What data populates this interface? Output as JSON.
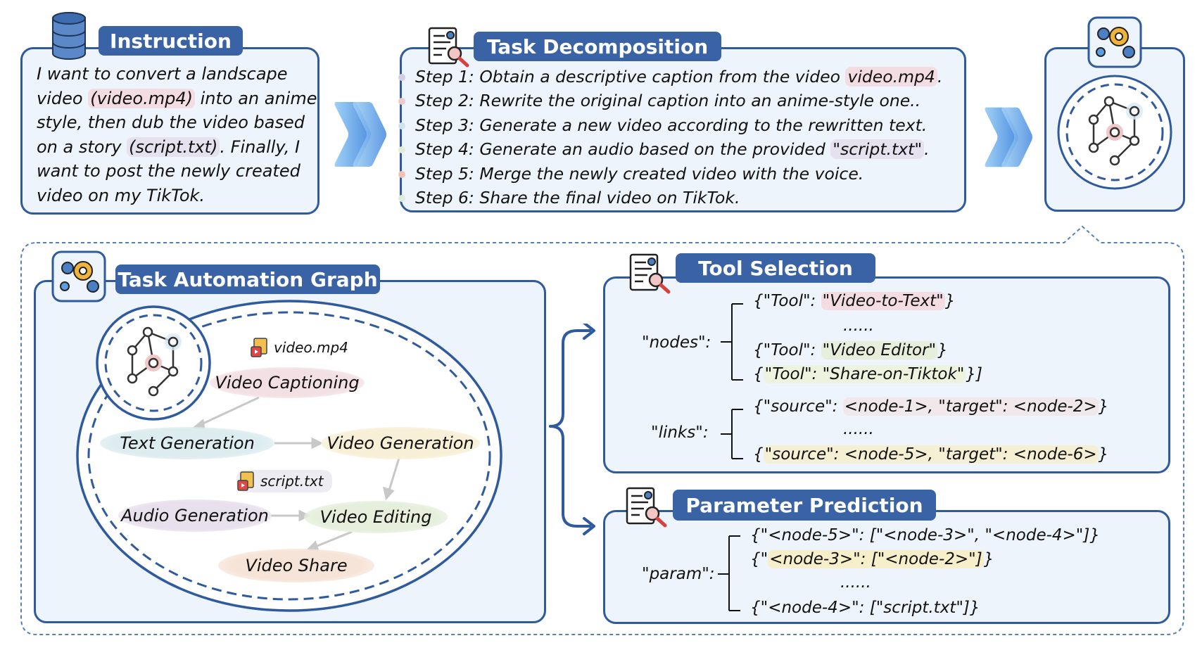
{
  "instruction": {
    "title": "Instruction",
    "text_parts": [
      {
        "t": "I want to convert a landscape video ",
        "hl": ""
      },
      {
        "t": "(video.mp4)",
        "hl": "#f3dde3"
      },
      {
        "t": " into an anime style, then dub the video based on a story ",
        "hl": ""
      },
      {
        "t": "(script.txt)",
        "hl": "#e6e1ef"
      },
      {
        "t": ". Finally, I want to post the newly created video on my TikTok.",
        "hl": ""
      }
    ]
  },
  "task_decomposition": {
    "title": "Task Decomposition",
    "steps": [
      {
        "pre": "Step 1:  Obtain a descriptive caption from the video ",
        "hl_text": "video.mp4",
        "post": ".",
        "hl": "#f3dde3",
        "dot": "#d3cde3"
      },
      {
        "pre": "Step 2: Rewrite the original caption into an anime-style one..",
        "hl_text": "",
        "post": "",
        "hl": "",
        "dot": "#ecc9cc"
      },
      {
        "pre": "Step 3: Generate a new video according to the rewritten text.",
        "hl_text": "",
        "post": "",
        "hl": "",
        "dot": "#cfe3ec"
      },
      {
        "pre": "Step 4: Generate an audio based on the provided ",
        "hl_text": "\"script.txt\"",
        "post": ".",
        "hl": "#e6e1ef",
        "dot": "#e2ecd9"
      },
      {
        "pre": "Step 5: Merge the newly created video with the voice.",
        "hl_text": "",
        "post": "",
        "hl": "",
        "dot": "#f0c2b5"
      },
      {
        "pre": "Step 6: Share the final video on TikTok.",
        "hl_text": "",
        "post": "",
        "hl": "",
        "dot": "#dcebdc"
      }
    ]
  },
  "task_automation_graph": {
    "title": "Task Automation Graph",
    "files": [
      {
        "name": "video.mp4"
      },
      {
        "name": "script.txt"
      }
    ],
    "nodes": [
      {
        "id": "video-captioning",
        "label": "Video Captioning",
        "color": "#f3e0e4"
      },
      {
        "id": "text-generation",
        "label": "Text Generation",
        "color": "#dcecef"
      },
      {
        "id": "video-generation",
        "label": "Video Generation",
        "color": "#f7efd6"
      },
      {
        "id": "audio-generation",
        "label": "Audio Generation",
        "color": "#e8e0ec"
      },
      {
        "id": "video-editing",
        "label": "Video Editing",
        "color": "#e6efdc"
      },
      {
        "id": "video-share",
        "label": "Video Share",
        "color": "#f7e4d8"
      }
    ]
  },
  "tool_selection": {
    "title": "Tool Selection",
    "nodes_key": "\"nodes\":",
    "links_key": "\"links\":",
    "node_lines": [
      {
        "pre": "{\"Tool\": ",
        "hl_text": "\"Video-to-Text\"",
        "post": "}",
        "hl": "#f3dde3"
      },
      {
        "pre": "......",
        "hl_text": "",
        "post": "",
        "hl": ""
      },
      {
        "pre": "{\"Tool\": ",
        "hl_text": "\"Video Editor\"",
        "post": "}",
        "hl": "#e6efdc"
      },
      {
        "pre": "{",
        "hl_text": "\"Tool\": \"Share-on-Tiktok\"",
        "post": "}]",
        "hl": "#eef3df"
      }
    ],
    "link_lines": [
      {
        "pre": "{\"source\": ",
        "hl_text": "<node-1>, \"target\": <node-2>",
        "post": "}",
        "hl": "#f1e8ec"
      },
      {
        "pre": "......",
        "hl_text": "",
        "post": "",
        "hl": ""
      },
      {
        "pre": "{",
        "hl_text": "\"source\": <node-5>, \"target\": <node-6>",
        "post": "}",
        "hl": "#f5efd3"
      }
    ]
  },
  "parameter_prediction": {
    "title": "Parameter Prediction",
    "param_key": "\"param\":",
    "lines": [
      {
        "pre": "{\"<node-5>\": [\"<node-3>\", \"<node-4>\"]}",
        "hl_text": "",
        "post": "",
        "hl": ""
      },
      {
        "pre": "{\"",
        "hl_text": "<node-3>\": [\"<node-2>\"]",
        "post": "}",
        "hl": "#f7efc9"
      },
      {
        "pre": "......",
        "hl_text": "",
        "post": "",
        "hl": ""
      },
      {
        "pre": "{\"<node-4>\": [\"script.txt\"]}",
        "hl_text": "",
        "post": "",
        "hl": ""
      }
    ]
  },
  "colors": {
    "primary": "#3a63a6",
    "border": "#2f5a9e",
    "panel_bg": "#eef4fb",
    "chevron": "#6fb0ea"
  },
  "icons": [
    "database-icon",
    "document-search-icon",
    "gear-workflow-icon",
    "graph-network-icon",
    "file-media-icon",
    "chevron-right-icon"
  ]
}
